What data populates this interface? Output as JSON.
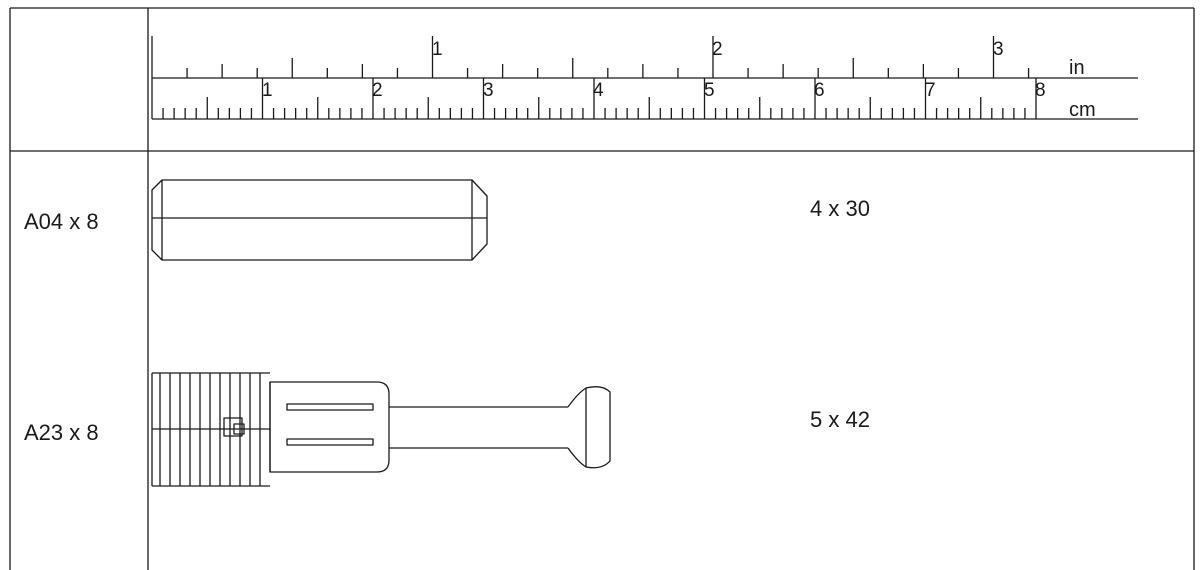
{
  "ruler": {
    "inch_unit": "in",
    "cm_unit": "cm",
    "inch_numbers": [
      "1",
      "2",
      "3"
    ],
    "cm_numbers": [
      "1",
      "2",
      "3",
      "4",
      "5",
      "6",
      "7",
      "8"
    ]
  },
  "parts": [
    {
      "code": "A04 x 8",
      "size": "4 x 30",
      "icon": "dowel-pin-icon"
    },
    {
      "code": "A23 x 8",
      "size": "5 x 42",
      "icon": "cam-bolt-connector-icon"
    }
  ],
  "colors": {
    "line": "#1a1a1a",
    "background": "#ffffff"
  }
}
